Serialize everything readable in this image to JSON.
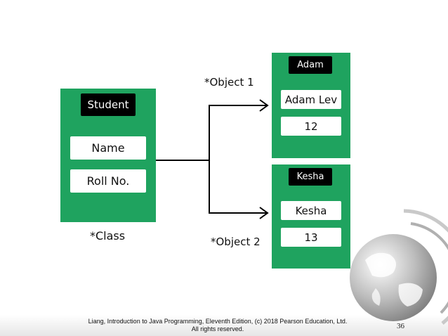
{
  "class_card": {
    "title": "Student",
    "fields": [
      "Name",
      "Roll No."
    ],
    "caption": "*Class"
  },
  "objects": [
    {
      "label": "*Object 1",
      "title": "Adam",
      "values": [
        "Adam Lev",
        "12"
      ]
    },
    {
      "label": "*Object 2",
      "title": "Kesha",
      "values": [
        "Kesha",
        "13"
      ]
    }
  ],
  "footer": {
    "line1": "Liang, Introduction to Java Programming, Eleventh Edition, (c) 2018 Pearson Education, Ltd.",
    "line2": "All rights reserved."
  },
  "page_number": "36",
  "colors": {
    "card": "#1fa35f",
    "tag": "#000000",
    "field": "#ffffff"
  },
  "icons": [
    "globe-logo-icon"
  ]
}
